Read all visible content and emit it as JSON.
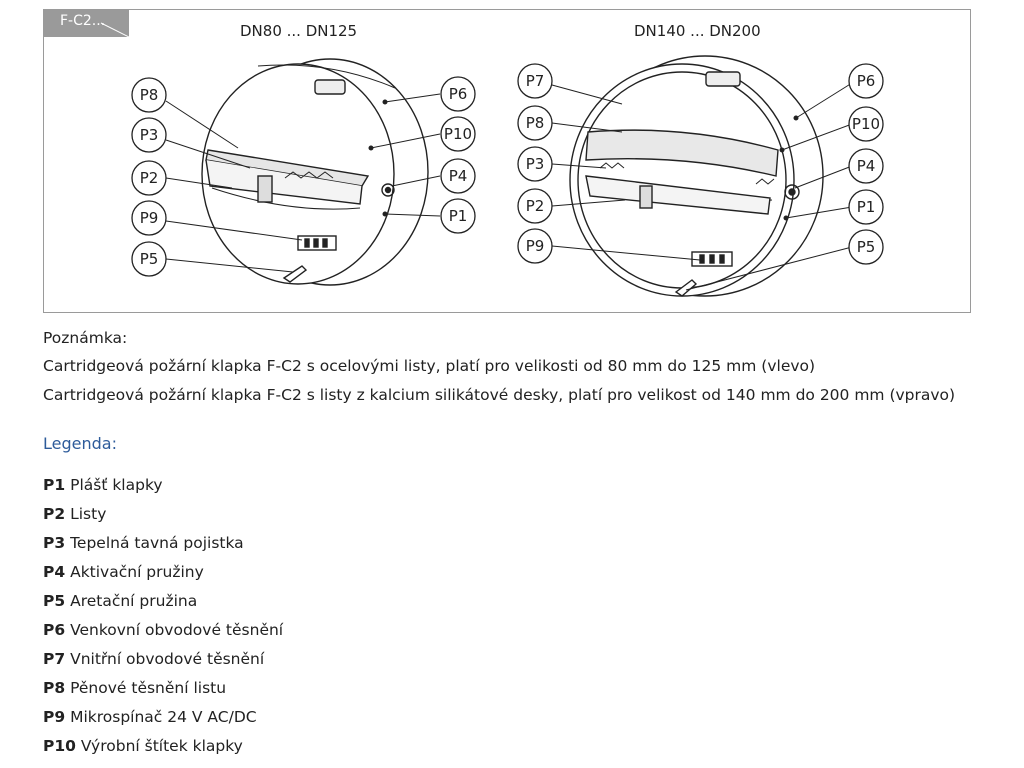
{
  "figure": {
    "tab_label": "F-C2...",
    "left_size": "DN80 ... DN125",
    "right_size": "DN140 ... DN200",
    "left_callouts": [
      "P8",
      "P3",
      "P2",
      "P9",
      "P5",
      "P6",
      "P10",
      "P4",
      "P1"
    ],
    "right_callouts": [
      "P7",
      "P8",
      "P3",
      "P2",
      "P9",
      "P6",
      "P10",
      "P4",
      "P1",
      "P5"
    ]
  },
  "note": {
    "heading": "Poznámka:",
    "line1": "Cartridgeová požární klapka F-C2 s ocelovými listy, platí pro velikosti od 80 mm do 125 mm (vlevo)",
    "line2": "Cartridgeová požární klapka F-C2 s listy z kalcium silikátové desky, platí pro velikost od 140 mm do 200 mm (vpravo)"
  },
  "legend": {
    "title": "Legenda:",
    "items": [
      {
        "code": "P1",
        "text": "Plášť klapky"
      },
      {
        "code": "P2",
        "text": "Listy"
      },
      {
        "code": "P3",
        "text": "Tepelná tavná pojistka"
      },
      {
        "code": "P4",
        "text": "Aktivační pružiny"
      },
      {
        "code": "P5",
        "text": "Aretační pružina"
      },
      {
        "code": "P6",
        "text": "Venkovní obvodové těsnění"
      },
      {
        "code": "P7",
        "text": "Vnitřní obvodové těsnění"
      },
      {
        "code": "P8",
        "text": "Pěnové těsnění listu"
      },
      {
        "code": "P9",
        "text": "Mikrospínač 24 V AC/DC"
      },
      {
        "code": "P10",
        "text": "Výrobní štítek klapky"
      }
    ]
  },
  "colors": {
    "tab": "#9a9a9a",
    "legend_title": "#2d5b9a",
    "border": "#9a9a9a"
  }
}
